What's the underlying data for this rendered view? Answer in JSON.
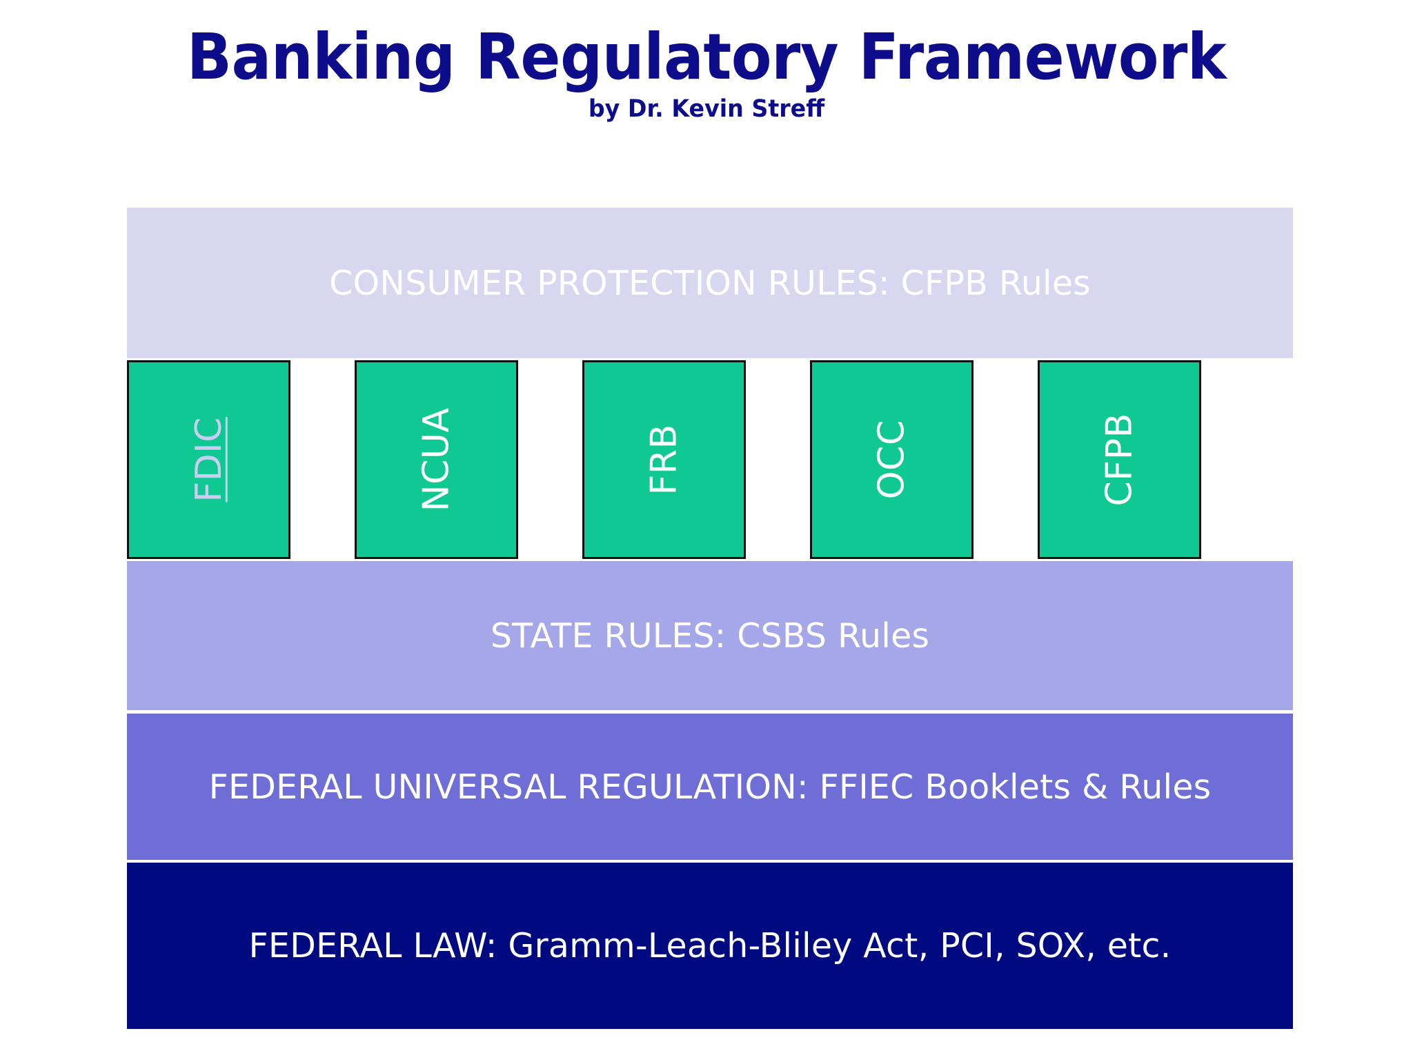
{
  "header": {
    "title": "Banking Regulatory Framework",
    "subtitle": "by Dr. Kevin Streff",
    "title_color": "#0d0d8c"
  },
  "diagram": {
    "name": "banking-regulatory-framework-layers",
    "layers": [
      {
        "id": "consumer-protection",
        "label": "CONSUMER PROTECTION RULES: CFPB Rules",
        "bg_color": "#d7d8f0",
        "text_color": "#ffffff"
      },
      {
        "id": "state-rules",
        "label": "STATE RULES: CSBS Rules",
        "bg_color": "#a6a7e8",
        "text_color": "#ffffff"
      },
      {
        "id": "federal-universal-regulation",
        "label": "FEDERAL UNIVERSAL REGULATION: FFIEC Booklets & Rules",
        "bg_color": "#6e6ed6",
        "text_color": "#ffffff"
      },
      {
        "id": "federal-law",
        "label": "FEDERAL LAW: Gramm-Leach-Bliley Act, PCI, SOX, etc.",
        "bg_color": "#000a80",
        "text_color": "#ffffff"
      }
    ],
    "agencies": [
      {
        "id": "fdic",
        "label": "FDIC",
        "style": "link",
        "text_color": "#ccccf2",
        "underlined": true
      },
      {
        "id": "ncua",
        "label": "NCUA",
        "style": "plain",
        "text_color": "#ffffff",
        "underlined": false
      },
      {
        "id": "frb",
        "label": "FRB",
        "style": "plain",
        "text_color": "#ffffff",
        "underlined": false
      },
      {
        "id": "occ",
        "label": "OCC",
        "style": "plain",
        "text_color": "#ffffff",
        "underlined": false
      },
      {
        "id": "cfpb",
        "label": "CFPB",
        "style": "plain",
        "text_color": "#ffffff",
        "underlined": false
      }
    ],
    "agency_box_color": "#10c992",
    "agency_box_border_color": "#111111"
  }
}
